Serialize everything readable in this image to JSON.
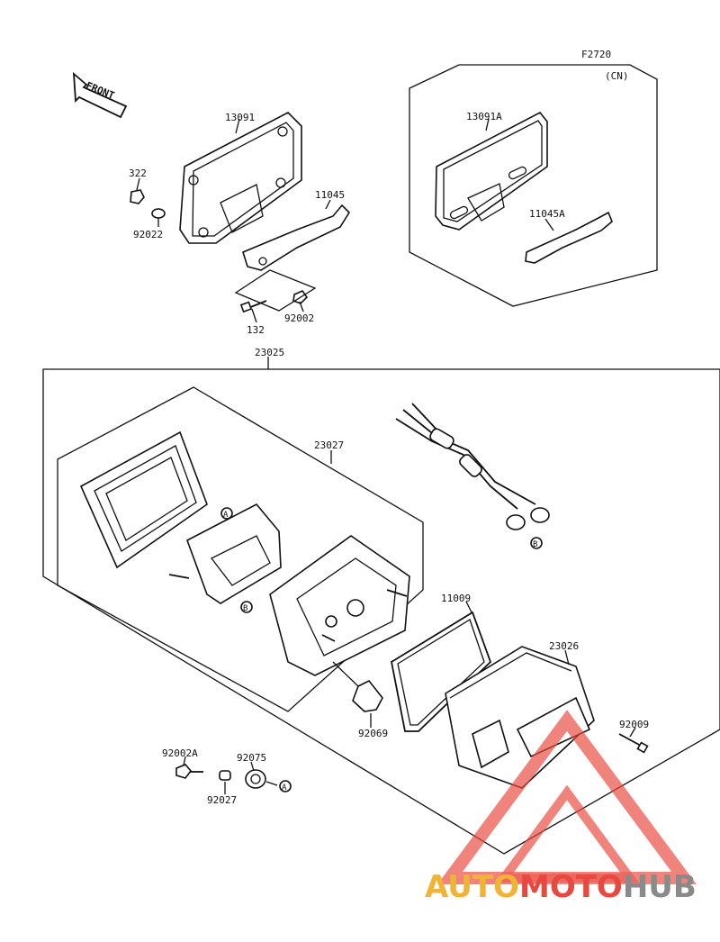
{
  "diagram": {
    "figure_code": "F2720",
    "variant_note": "(CN)",
    "front_label": "FRONT",
    "parts": {
      "p13091": "13091",
      "p322": "322",
      "p92022": "92022",
      "p11045": "11045",
      "p132": "132",
      "p92002": "92002",
      "p13091A": "13091A",
      "p11045A": "11045A",
      "p23025": "23025",
      "p23027": "23027",
      "p11009": "11009",
      "p23026": "23026",
      "p92069": "92069",
      "p92009": "92009",
      "p92002A": "92002A",
      "p92075": "92075",
      "p92027": "92027"
    },
    "callouts": {
      "a1": "A",
      "a2": "A",
      "b1": "B",
      "b2": "B"
    }
  },
  "watermark": {
    "text_part1": "AUTO",
    "text_part2": "MOTO",
    "text_part3": "HUB",
    "colors": {
      "orange": "#f2b233",
      "red": "#e8483f",
      "gray": "#8a8a8a"
    }
  }
}
